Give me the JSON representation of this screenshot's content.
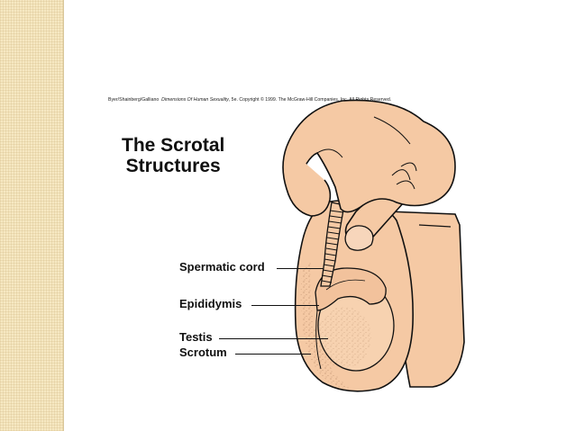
{
  "credit": {
    "authors": "Byer/Shainberg/Galliano",
    "book": "Dimensions Of Human Sexuality",
    "rest": ", 5e. Copyright © 1999. The McGraw-Hill Companies, Inc. All Rights Reserved."
  },
  "title": {
    "line1": "The Scrotal",
    "line2": "Structures"
  },
  "labels": {
    "spermatic_cord": "Spermatic cord",
    "epididymis": "Epididymis",
    "testis": "Testis",
    "scrotum": "Scrotum"
  },
  "colors": {
    "sidebar": "#f6e8c2",
    "skin": "#f5c9a4",
    "skin_shadow": "#e8b08a"
  }
}
